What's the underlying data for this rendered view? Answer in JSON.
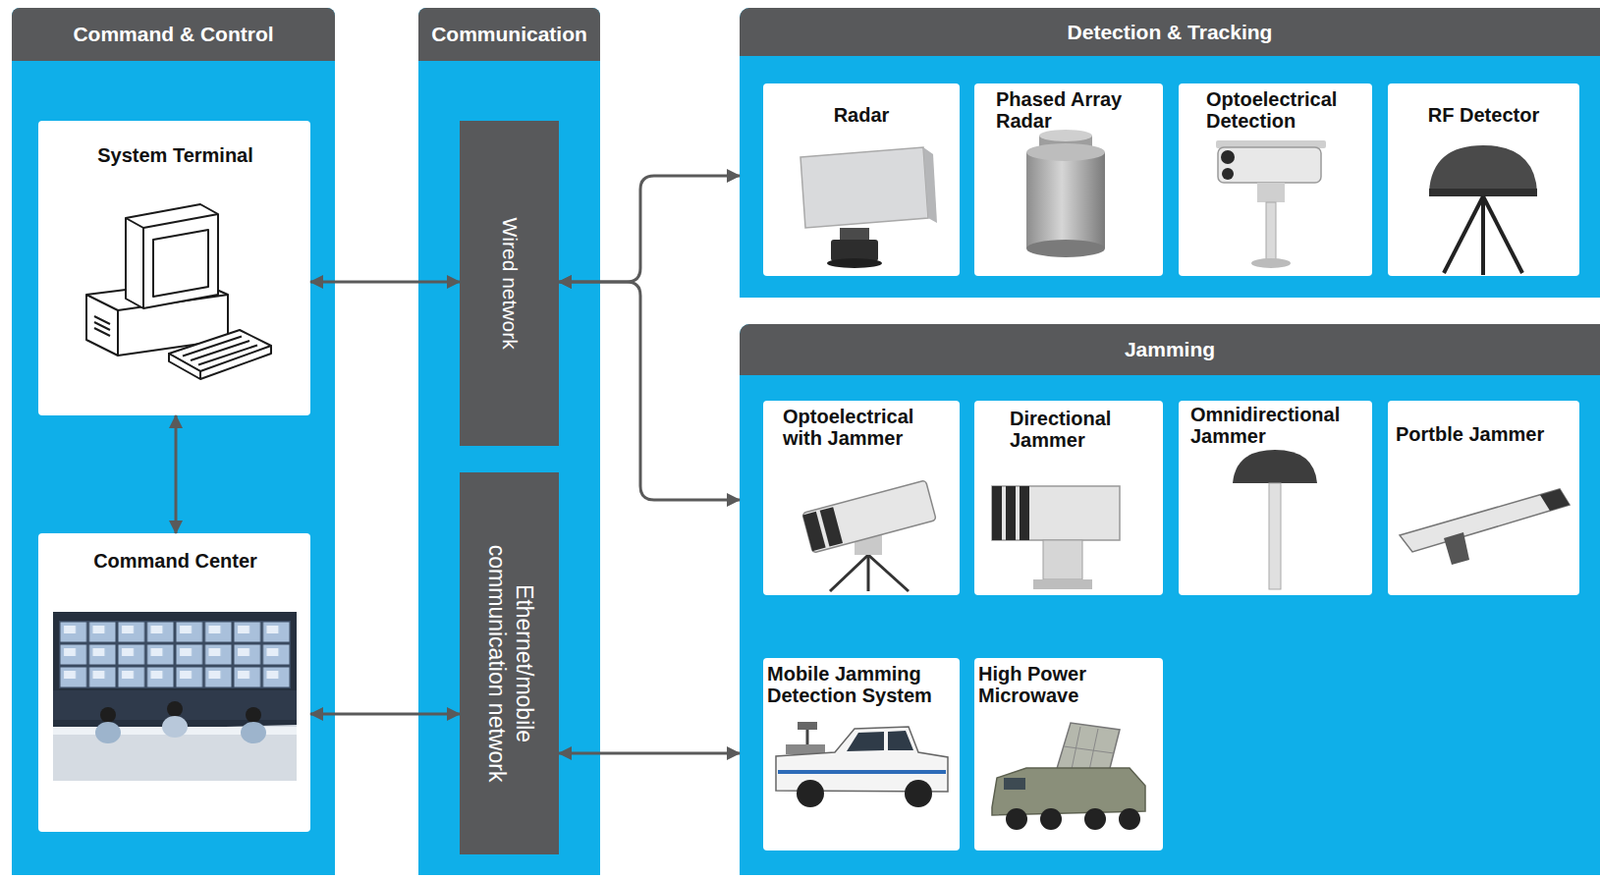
{
  "diagram": {
    "nodes": [
      {
        "text": [
          "Command & Control"
        ]
      },
      {
        "text": [
          "System Terminal"
        ],
        "in": 0
      },
      {
        "text": [
          "Command Center"
        ],
        "in": 0
      },
      {
        "text": [
          "Communication"
        ]
      },
      {
        "text": [
          "Wired network"
        ],
        "in": 3
      },
      {
        "text": [
          "Ethernet/mobile communication network"
        ],
        "in": 3
      },
      {
        "text": [
          "Detection & Tracking"
        ]
      },
      {
        "text": [
          "Radar"
        ],
        "in": 6
      },
      {
        "text": [
          "Phased Array Radar"
        ],
        "in": 6
      },
      {
        "text": [
          "Optoelectrical Detection"
        ],
        "in": 6
      },
      {
        "text": [
          "RF Detector"
        ],
        "in": 6
      },
      {
        "text": [
          "Jamming"
        ]
      },
      {
        "text": [
          "Optoelectrical with Jammer"
        ],
        "in": 11
      },
      {
        "text": [
          "Directional Jammer"
        ],
        "in": 11
      },
      {
        "text": [
          "Omnidirectional Jammer"
        ],
        "in": 11
      },
      {
        "text": [
          "Portble Jammer"
        ],
        "in": 11
      },
      {
        "text": [
          "Mobile Jamming Detection System"
        ],
        "in": 11
      },
      {
        "text": [
          "High Power Microwave"
        ],
        "in": 11
      }
    ],
    "edges": [
      {
        "from": 1,
        "to": 4,
        "arrow": "both"
      },
      {
        "from": 1,
        "to": 2,
        "arrow": "both"
      },
      {
        "from": 2,
        "to": 5,
        "arrow": "both"
      },
      {
        "from": 4,
        "to": 6,
        "arrow": "both"
      },
      {
        "from": 4,
        "to": 11,
        "arrow": "both"
      },
      {
        "from": 5,
        "to": 11,
        "arrow": "both"
      }
    ]
  }
}
